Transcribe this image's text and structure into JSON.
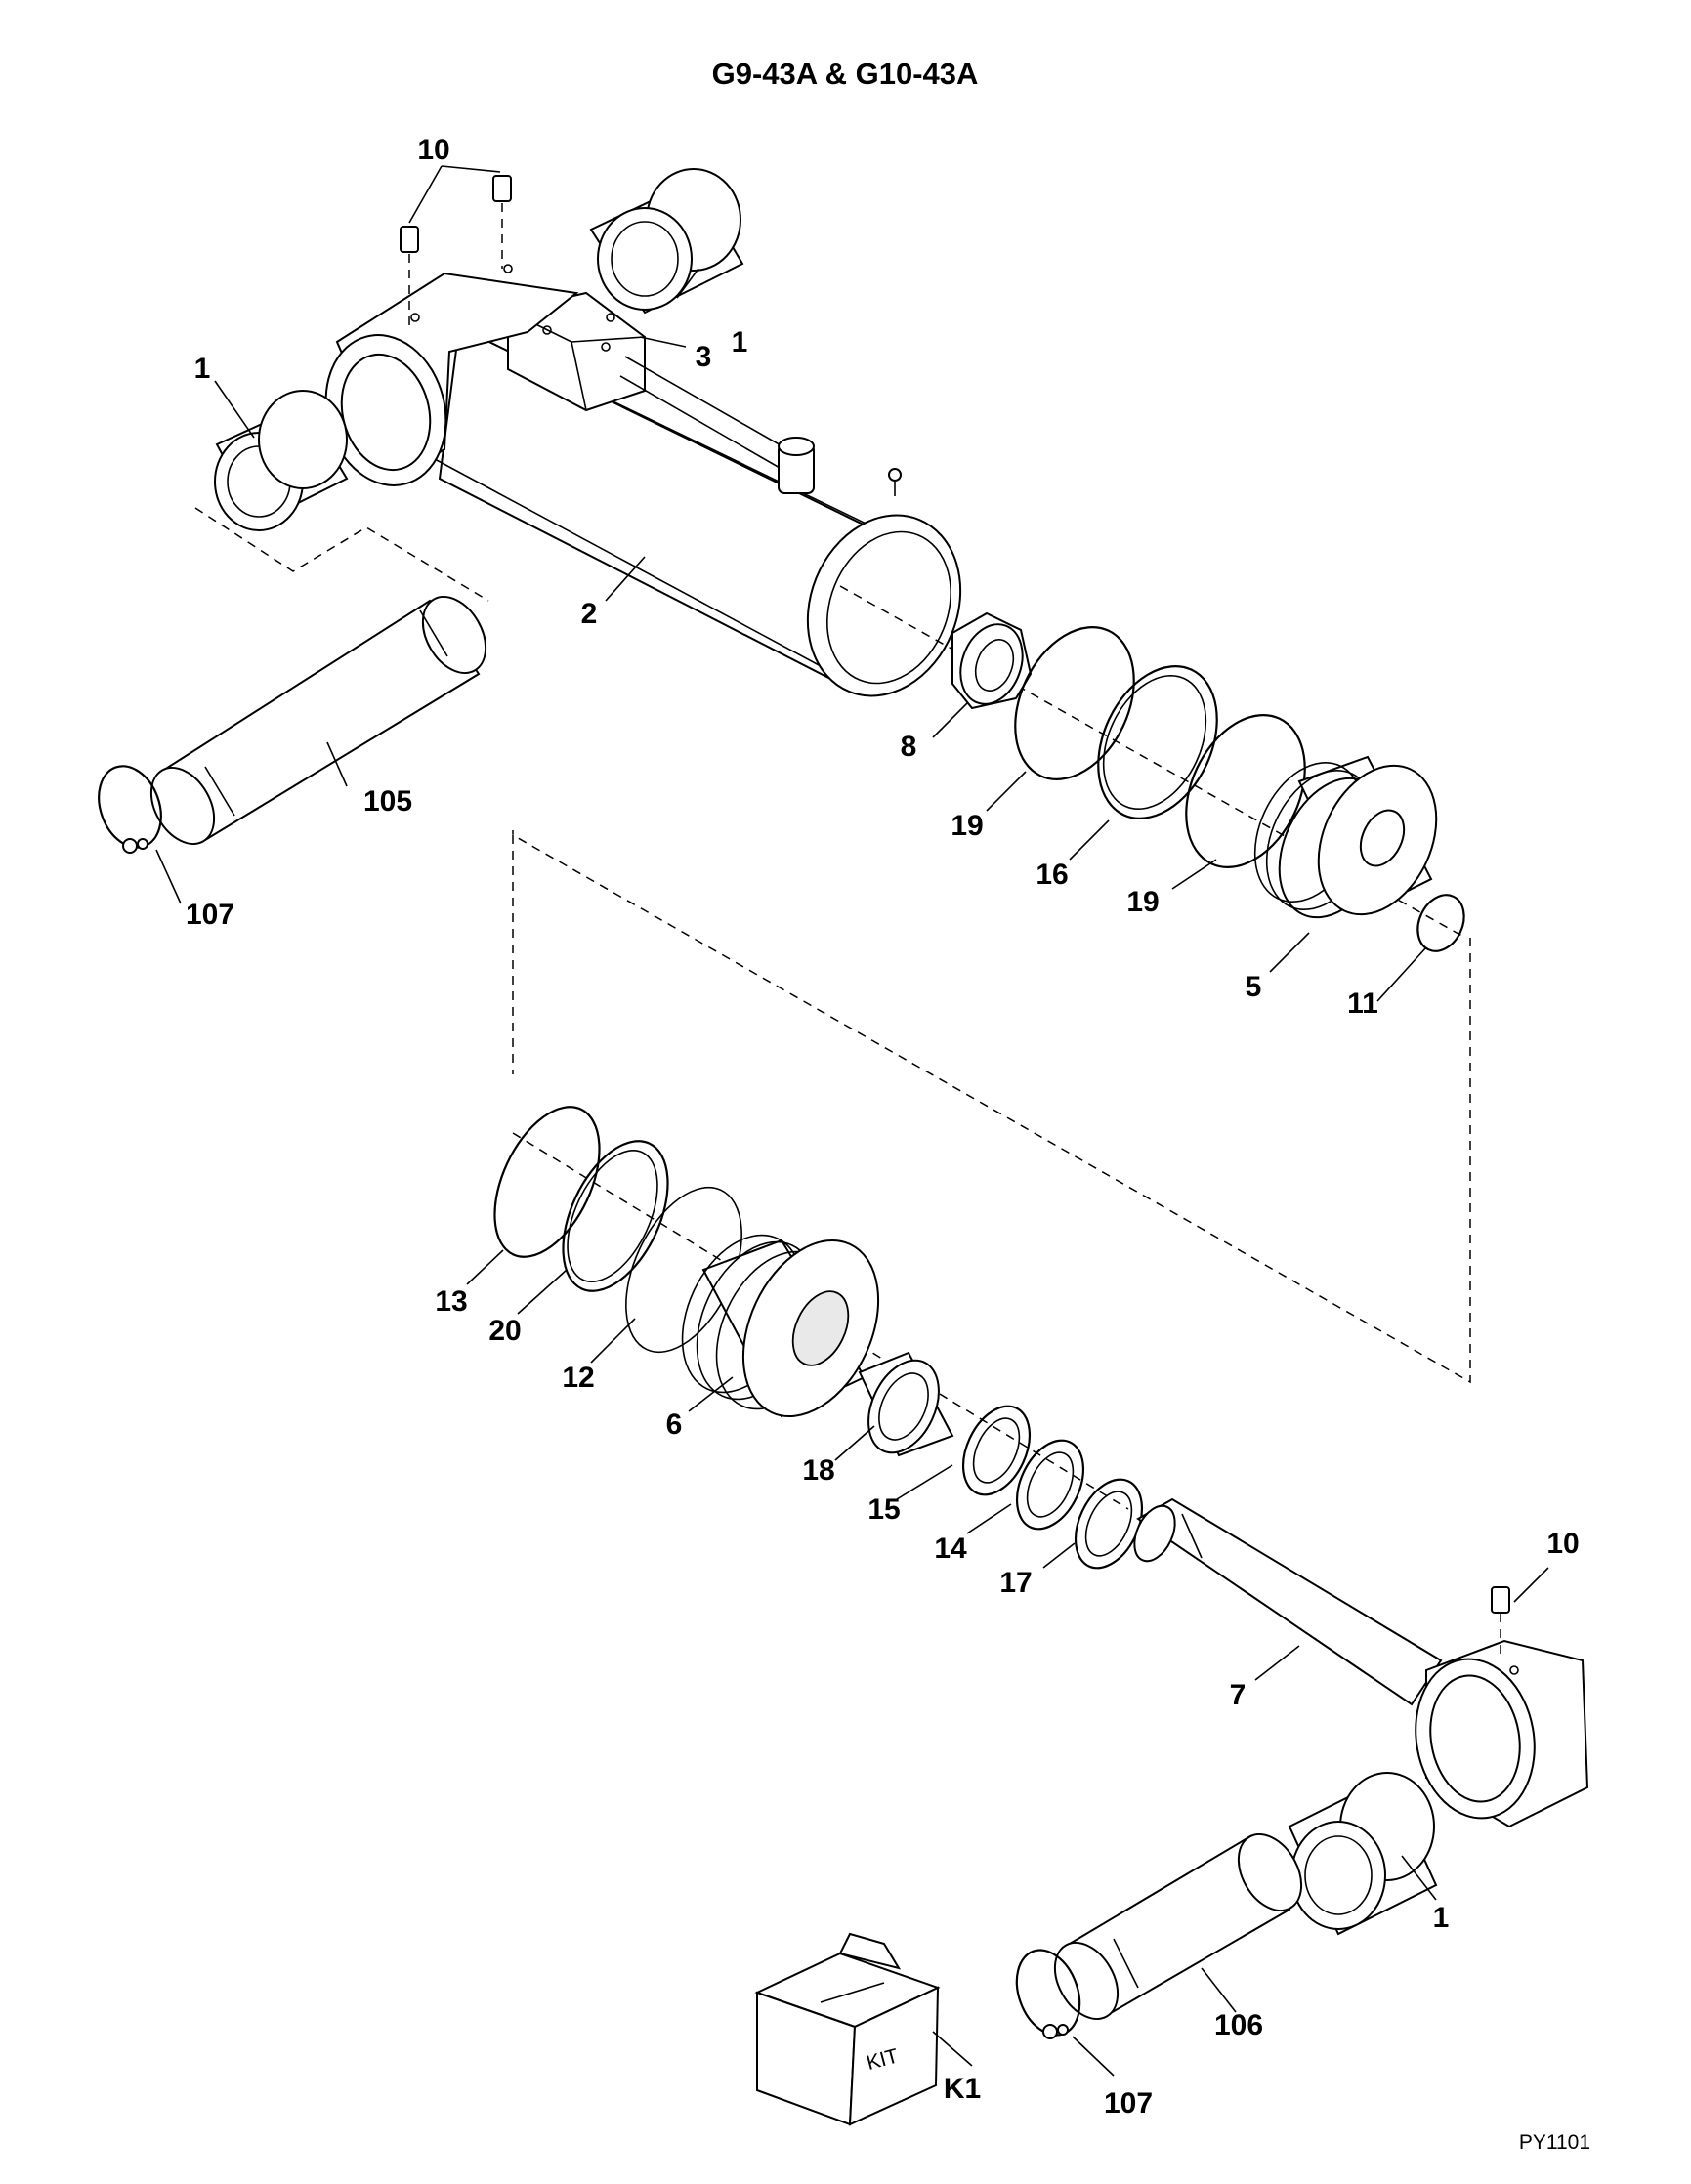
{
  "title": "G9-43A & G10-43A",
  "drawing_code": "PY1101",
  "kit_box_label": "KIT",
  "callouts": [
    {
      "id": "c10a",
      "label": "10"
    },
    {
      "id": "c1a",
      "label": "1"
    },
    {
      "id": "c3",
      "label": "3"
    },
    {
      "id": "c1b",
      "label": "1"
    },
    {
      "id": "c2",
      "label": "2"
    },
    {
      "id": "c105",
      "label": "105"
    },
    {
      "id": "c107a",
      "label": "107"
    },
    {
      "id": "c8",
      "label": "8"
    },
    {
      "id": "c19a",
      "label": "19"
    },
    {
      "id": "c16",
      "label": "16"
    },
    {
      "id": "c19b",
      "label": "19"
    },
    {
      "id": "c5",
      "label": "5"
    },
    {
      "id": "c11",
      "label": "11"
    },
    {
      "id": "c13",
      "label": "13"
    },
    {
      "id": "c20",
      "label": "20"
    },
    {
      "id": "c12",
      "label": "12"
    },
    {
      "id": "c6",
      "label": "6"
    },
    {
      "id": "c18",
      "label": "18"
    },
    {
      "id": "c15",
      "label": "15"
    },
    {
      "id": "c14",
      "label": "14"
    },
    {
      "id": "c17",
      "label": "17"
    },
    {
      "id": "c10b",
      "label": "10"
    },
    {
      "id": "c7",
      "label": "7"
    },
    {
      "id": "c1c",
      "label": "1"
    },
    {
      "id": "c106",
      "label": "106"
    },
    {
      "id": "cK1",
      "label": "K1"
    },
    {
      "id": "c107b",
      "label": "107"
    }
  ]
}
